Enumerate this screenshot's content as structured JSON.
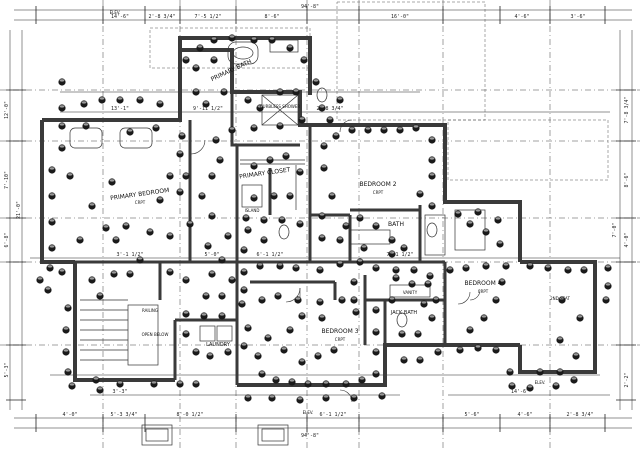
{
  "rooms": {
    "primary_bedroom": "PRIMARY BEDROOM",
    "primary_closet": "PRIMARY CLOSET",
    "primary_bath": "PRIMARY BATH",
    "bedroom_2": "BEDROOM 2",
    "bedroom_3": "BEDROOM 3",
    "bedroom_4": "BEDROOM 4",
    "bath": "BATH",
    "jack_bath": "JACK BATH",
    "laundry": "LAUNDRY"
  },
  "notes": {
    "carpet": "CRPT",
    "curbless_shower": "CURBLESS SHOWER",
    "island": "ISLAND",
    "railing": "RAILING",
    "open_below": "OPEN BELOW",
    "two_bed_seat": "2ND SEAT",
    "vanity": "VANITY",
    "elev": "ELEV."
  },
  "dims": {
    "top_overall": "94'-8\"",
    "top_a": "2'-8 3/4\"",
    "top_b": "14'-6\"",
    "top_c": "7'-5 1/2\"",
    "top_d": "8'-6\"",
    "top_e": "16'-0\"",
    "top_f": "4'-6\"",
    "top_g": "3'-6\"",
    "left_a": "12'-0\"",
    "left_b": "7'-10\"",
    "left_c": "6'-8\"",
    "left_d": "21'-0\"",
    "left_e": "5'-3\"",
    "right_a": "7'-8 3/4\"",
    "right_b": "8'-6\"",
    "right_c": "4'-0\"",
    "right_d": "7'-0\"",
    "right_e": "2'-2\"",
    "bot_a": "4'-0\"",
    "bot_b": "5'-3 3/4\"",
    "bot_c": "8'-0 1/2\"",
    "bot_d": "6'-1 1/2\"",
    "bot_e": "5'-6\"",
    "bot_f": "4'-6\"",
    "bot_g": "2'-8 3/4\"",
    "bot_overall": "94'-8\"",
    "mid_a": "13'-1\"",
    "mid_b": "9'-11 1/2\"",
    "mid_c": "2'-8 3/4\"",
    "mid_d": "6'-1 1/2\"",
    "mid_e": "7'-1 1/2\"",
    "mid_f": "3'-1 1/2\"",
    "mid_g": "5'-0\"",
    "mid_h": "3'-3\"",
    "mid_i": "14'-6\""
  },
  "colors": {
    "wall": "#3a3a3a",
    "marker": "#1a1a1a",
    "marker_hi": "#9a9a9a",
    "line": "#222222"
  }
}
